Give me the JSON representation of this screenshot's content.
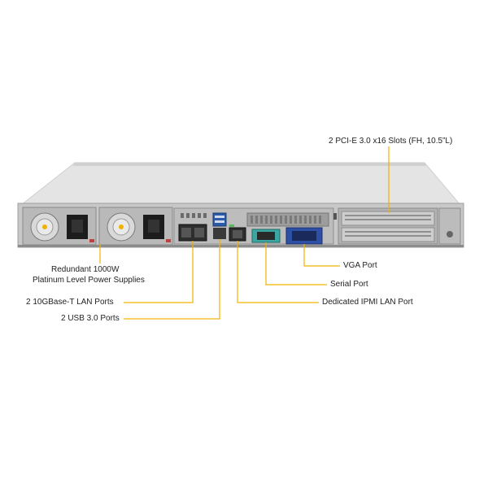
{
  "labels": {
    "pcie_slots": "2 PCI-E 3.0 x16 Slots (FH, 10.5”L)",
    "psu_line1": "Redundant 1000W",
    "psu_line2": "Platinum Level Power Supplies",
    "lan_10g": "2 10GBase-T LAN Ports",
    "usb": "2 USB 3.0 Ports",
    "vga": "VGA Port",
    "serial": "Serial Port",
    "ipmi": "Dedicated IPMI LAN Port"
  },
  "colors": {
    "callout_line": "#f0b400",
    "chassis_top": "#e6e6e6",
    "chassis_panel": "#c9c9c9",
    "dark_port": "#3a3a3a",
    "vga_blue": "#2e4fa6",
    "serial_teal": "#3aa7a3"
  }
}
